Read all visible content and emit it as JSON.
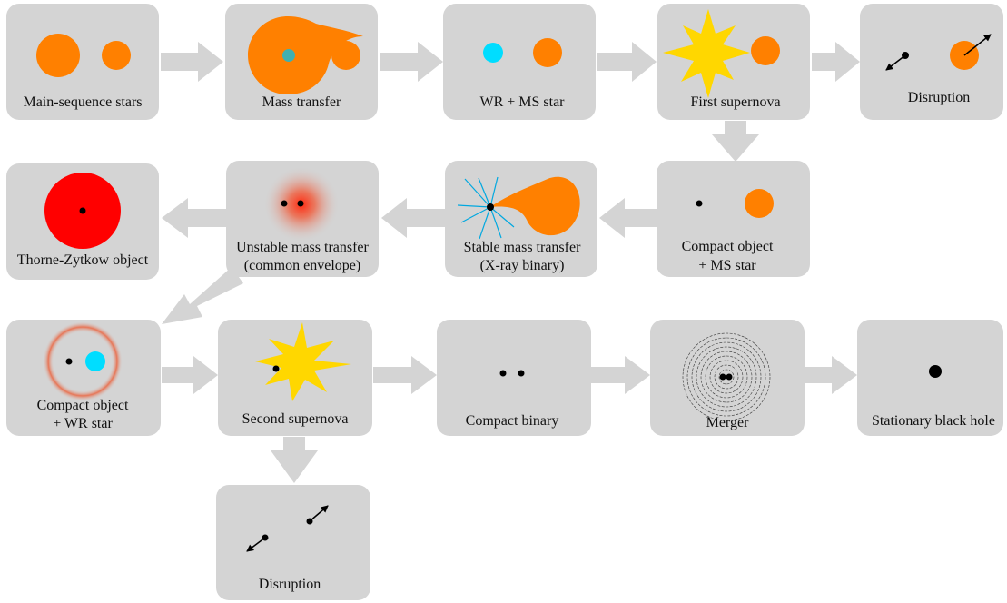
{
  "colors": {
    "panel": "#d4d4d4",
    "arrow": "#d4d4d4",
    "ms_star": "#ff8000",
    "wr_star": "#00ddff",
    "supernova": "#ffd700",
    "thorne_zytkow": "#ff0000",
    "envelope": "#e84a2a",
    "jets": "#00a8e0",
    "compact": "#000000"
  },
  "stages": {
    "main_sequence": "Main-sequence stars",
    "mass_transfer": "Mass transfer",
    "wr_ms": "WR + MS star",
    "first_supernova": "First supernova",
    "disruption_1": "Disruption",
    "compact_ms_1": "Compact object",
    "compact_ms_2": "+ MS star",
    "stable_1": "Stable mass transfer",
    "stable_2": "(X-ray binary)",
    "unstable_1": "Unstable mass transfer",
    "unstable_2": "(common envelope)",
    "thorne_zytkow": "Thorne-Zytkow object",
    "compact_wr_1": "Compact object",
    "compact_wr_2": "+ WR star",
    "second_supernova": "Second supernova",
    "compact_binary": "Compact binary",
    "merger": "Merger",
    "stationary_bh": "Stationary black hole",
    "disruption_2": "Disruption"
  }
}
